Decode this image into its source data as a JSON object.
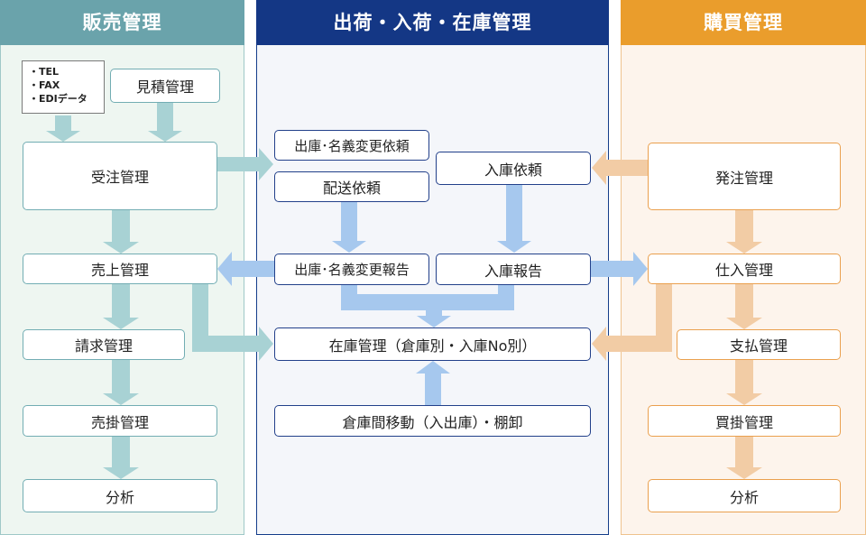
{
  "columns": {
    "sales": "販売管理",
    "stock": "出荷・入荷・在庫管理",
    "purchase": "購買管理"
  },
  "sales": {
    "channels": [
      "・TEL",
      "・FAX",
      "・EDIデータ"
    ],
    "estimate": "見積管理",
    "order": "受注管理",
    "sales_mgmt": "売上管理",
    "billing": "請求管理",
    "receivable": "売掛管理",
    "analysis": "分析"
  },
  "stock": {
    "ship_change_request": "出庫･名義変更依頼",
    "delivery_request": "配送依頼",
    "receive_request": "入庫依頼",
    "ship_change_report": "出庫･名義変更報告",
    "receive_report": "入庫報告",
    "inventory": "在庫管理（倉庫別・入庫No別）",
    "transfer": "倉庫間移動（入出庫）・棚卸"
  },
  "purchase": {
    "ordering": "発注管理",
    "purchasing": "仕入管理",
    "payment": "支払管理",
    "payable": "買掛管理",
    "analysis": "分析"
  },
  "colors": {
    "sales_header": "#6aa3ab",
    "stock_header": "#143785",
    "purchase_header": "#ea9d2c",
    "sales_arrow": "#a8d2d4",
    "stock_arrow": "#a6c8ee",
    "purchase_arrow": "#f2cca5"
  }
}
